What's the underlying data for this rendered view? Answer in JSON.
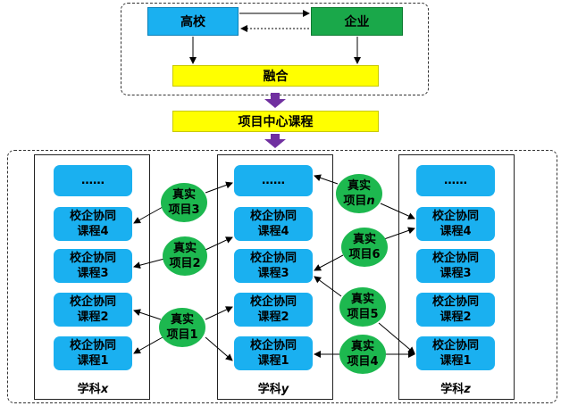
{
  "top": {
    "university": "高校",
    "enterprise": "企业",
    "fusion": "融合"
  },
  "project_course": "项目中心课程",
  "columns": [
    {
      "id": "x",
      "label_prefix": "学科",
      "label_var": "x",
      "items": [
        "……",
        "校企协同\n课程4",
        "校企协同\n课程3",
        "校企协同\n课程2",
        "校企协同\n课程1"
      ]
    },
    {
      "id": "y",
      "label_prefix": "学科",
      "label_var": "y",
      "items": [
        "……",
        "校企协同\n课程4",
        "校企协同\n课程3",
        "校企协同\n课程2",
        "校企协同\n课程1"
      ]
    },
    {
      "id": "z",
      "label_prefix": "学科",
      "label_var": "z",
      "items": [
        "……",
        "校企协同\n课程4",
        "校企协同\n课程3",
        "校企协同\n课程2",
        "校企协同\n课程1"
      ]
    }
  ],
  "projects": [
    {
      "id": "p3",
      "line1": "真实",
      "line2": "项目3"
    },
    {
      "id": "p2",
      "line1": "真实",
      "line2": "项目2"
    },
    {
      "id": "p1",
      "line1": "真实",
      "line2": "项目1"
    },
    {
      "id": "pn",
      "line1": "真实",
      "line2": "项目",
      "line2_var": "n"
    },
    {
      "id": "p6",
      "line1": "真实",
      "line2": "项目6"
    },
    {
      "id": "p5",
      "line1": "真实",
      "line2": "项目5"
    },
    {
      "id": "p4",
      "line1": "真实",
      "line2": "项目4"
    }
  ],
  "colors": {
    "blue": "#1ab0f0",
    "green": "#1db84f",
    "yellow": "#ffff00",
    "purple_arrow": "#7030a0"
  }
}
